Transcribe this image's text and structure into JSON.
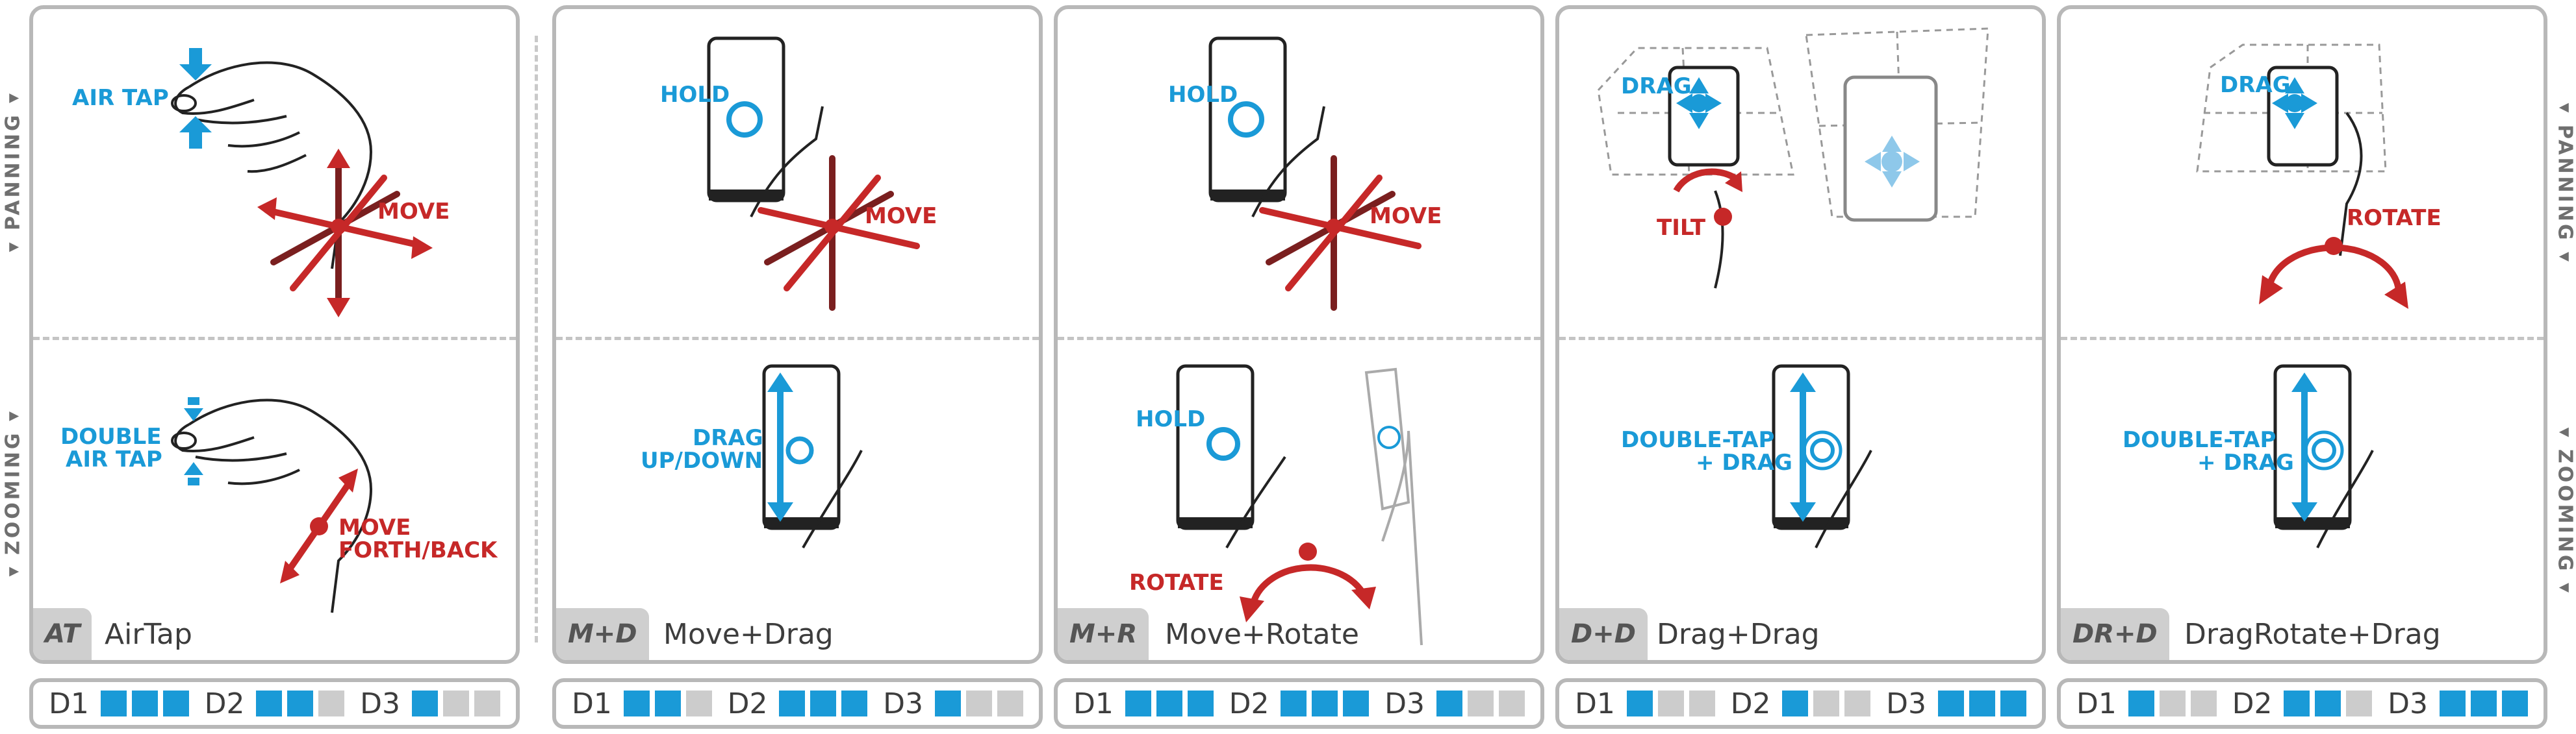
{
  "side_labels": {
    "top": "▾ PANNING ▾",
    "bottom": "▾ ZOOMING ▾"
  },
  "techniques": [
    {
      "code": "AT",
      "name": "AirTap",
      "panning_labels": [
        "AIR TAP",
        "MOVE"
      ],
      "zooming_labels": [
        "DOUBLE",
        "AIR TAP",
        "MOVE",
        "FORTH/BACK"
      ],
      "ratings": [
        {
          "label": "D1",
          "value": 3
        },
        {
          "label": "D2",
          "value": 2
        },
        {
          "label": "D3",
          "value": 1
        }
      ]
    },
    {
      "code": "M+D",
      "name": "Move+Drag",
      "panning_labels": [
        "HOLD",
        "MOVE"
      ],
      "zooming_labels": [
        "DRAG",
        "UP/DOWN"
      ],
      "ratings": [
        {
          "label": "D1",
          "value": 2
        },
        {
          "label": "D2",
          "value": 3
        },
        {
          "label": "D3",
          "value": 1
        }
      ]
    },
    {
      "code": "M+R",
      "name": "Move+Rotate",
      "panning_labels": [
        "HOLD",
        "MOVE"
      ],
      "zooming_labels": [
        "HOLD",
        "ROTATE"
      ],
      "ratings": [
        {
          "label": "D1",
          "value": 3
        },
        {
          "label": "D2",
          "value": 3
        },
        {
          "label": "D3",
          "value": 1
        }
      ]
    },
    {
      "code": "D+D",
      "name": "Drag+Drag",
      "panning_labels": [
        "DRAG",
        "TILT"
      ],
      "zooming_labels": [
        "DOUBLE-TAP",
        "+ DRAG"
      ],
      "ratings": [
        {
          "label": "D1",
          "value": 1
        },
        {
          "label": "D2",
          "value": 1
        },
        {
          "label": "D3",
          "value": 3
        }
      ]
    },
    {
      "code": "DR+D",
      "name": "DragRotate+Drag",
      "panning_labels": [
        "DRAG",
        "ROTATE"
      ],
      "zooming_labels": [
        "DOUBLE-TAP",
        "+ DRAG"
      ],
      "ratings": [
        {
          "label": "D1",
          "value": 1
        },
        {
          "label": "D2",
          "value": 2
        },
        {
          "label": "D3",
          "value": 3
        }
      ]
    }
  ],
  "colors": {
    "blue": "#1a9ad7",
    "red": "#c62828",
    "dark_red": "#7a1f1f",
    "panel_border": "#b8b8b8",
    "rating_off": "#cccccc"
  }
}
